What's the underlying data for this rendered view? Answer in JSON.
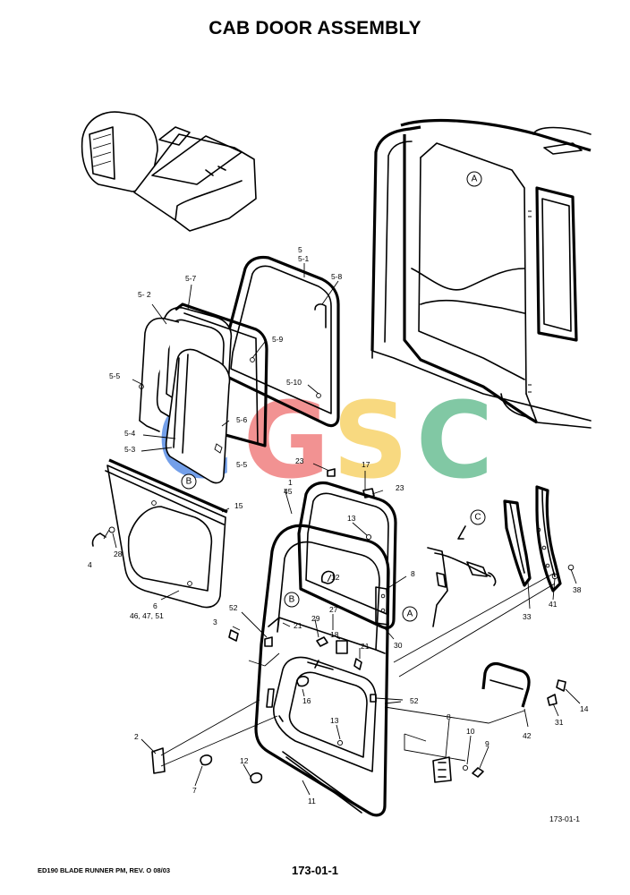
{
  "title": "CAB DOOR ASSEMBLY",
  "figure_ref": "173-01-1",
  "footer": {
    "manual": "ED190 BLADE RUNNER PM, REV. O 08/03",
    "page": "173-01-1"
  },
  "watermark": {
    "letters": [
      "C",
      "G",
      "S",
      "C"
    ],
    "colors": [
      "#5b8fe6",
      "#f08080",
      "#f7d36b",
      "#6cbf95"
    ]
  },
  "view_markers": [
    "A",
    "A",
    "B",
    "B",
    "C"
  ],
  "callouts": [
    "5",
    "5-1",
    "5-7",
    "5-8",
    "5- 2",
    "5-9",
    "5-5",
    "5-10",
    "5-6",
    "5-4",
    "5-3",
    "5-5",
    "23",
    "17",
    "23",
    "1",
    "45",
    "15",
    "13",
    "28",
    "4",
    "12",
    "8",
    "6",
    "46, 47, 51",
    "52",
    "27",
    "29",
    "21",
    "3",
    "18",
    "21",
    "30",
    "52",
    "16",
    "13",
    "2",
    "12",
    "7",
    "11",
    "8",
    "10",
    "9",
    "33",
    "41",
    "38",
    "42",
    "31",
    "14"
  ]
}
